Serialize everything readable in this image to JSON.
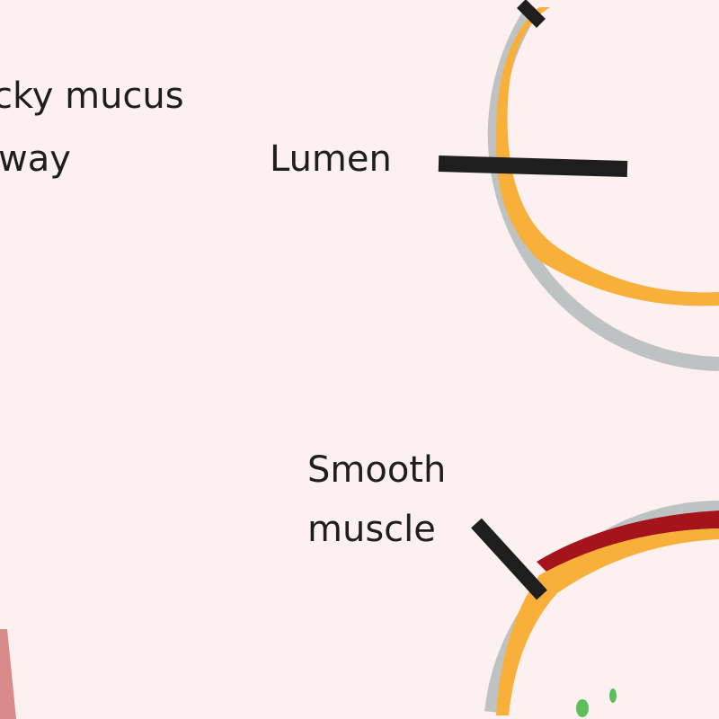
{
  "labels": {
    "mucus_line1": "cky mucus",
    "mucus_line2": "way",
    "lumen": "Lumen",
    "smooth_muscle_line1": "Smooth",
    "smooth_muscle_line2": "muscle"
  },
  "colors": {
    "background": "#fcf0f0",
    "airway_wall": "#bfc2c3",
    "mucus_layer": "#f8b03a",
    "smooth_muscle": "#a5141b",
    "leader_line": "#1e1e1e",
    "particles": "#5bbf5a"
  }
}
